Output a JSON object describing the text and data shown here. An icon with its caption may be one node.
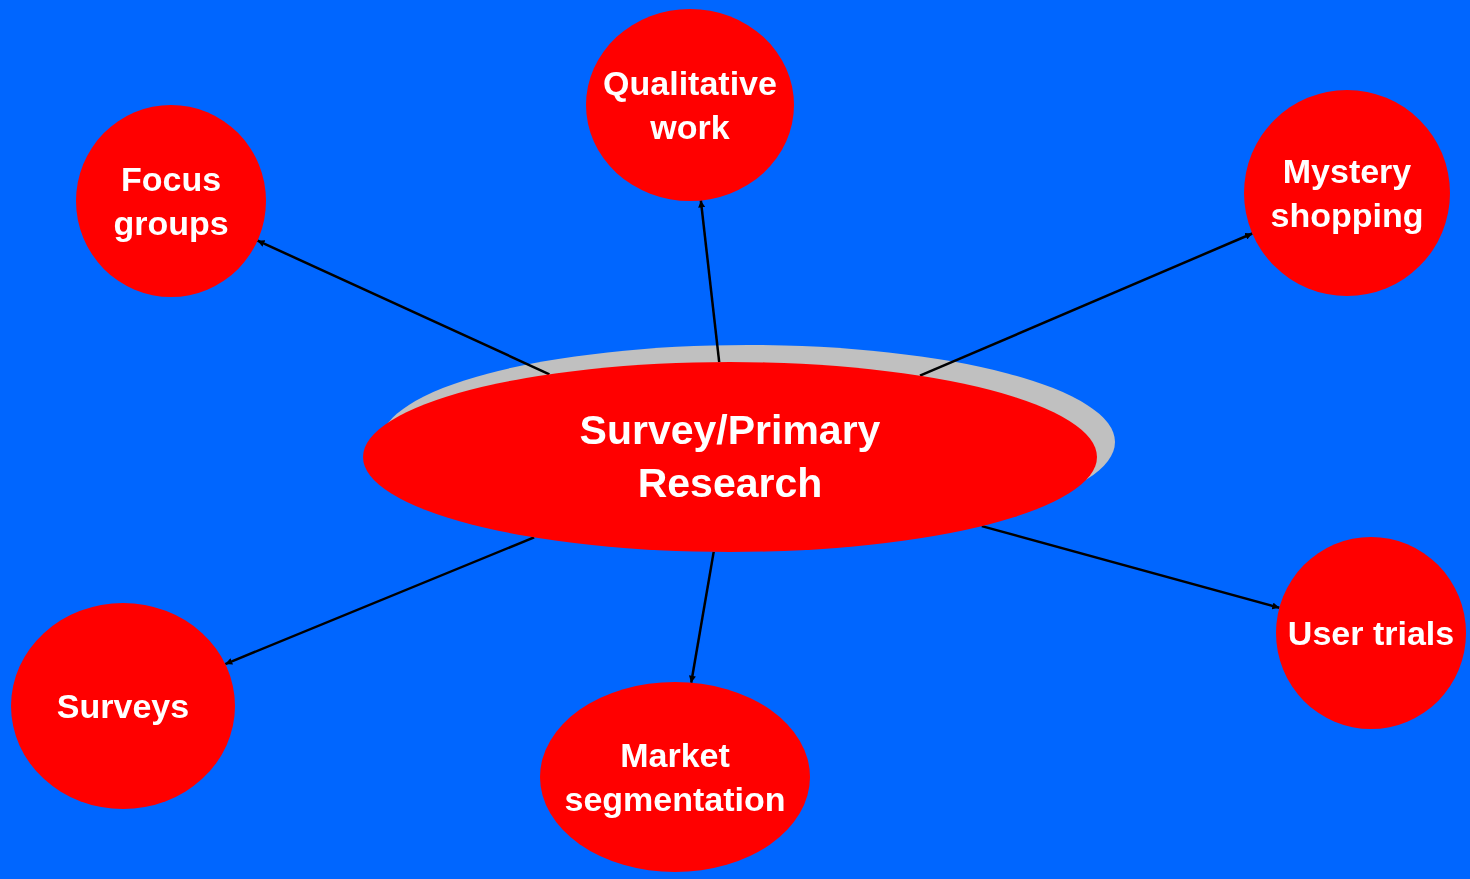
{
  "diagram": {
    "nodes": [
      {
        "text": [
          "Qualitative work"
        ]
      },
      {
        "text": [
          "Focus groups"
        ]
      },
      {
        "text": [
          "Mystery shopping"
        ]
      },
      {
        "text": [
          "Survey/Primary Research"
        ]
      },
      {
        "text": [
          "User trials"
        ]
      },
      {
        "text": [
          "Surveys"
        ]
      },
      {
        "text": [
          "Market segmentation"
        ]
      }
    ],
    "edges": [
      {
        "from": 3,
        "to": 0,
        "arrow": "to"
      },
      {
        "from": 3,
        "to": 1,
        "arrow": "to"
      },
      {
        "from": 3,
        "to": 2,
        "arrow": "to"
      },
      {
        "from": 3,
        "to": 4,
        "arrow": "to"
      },
      {
        "from": 3,
        "to": 5,
        "arrow": "to"
      },
      {
        "from": 3,
        "to": 6,
        "arrow": "to"
      }
    ]
  }
}
